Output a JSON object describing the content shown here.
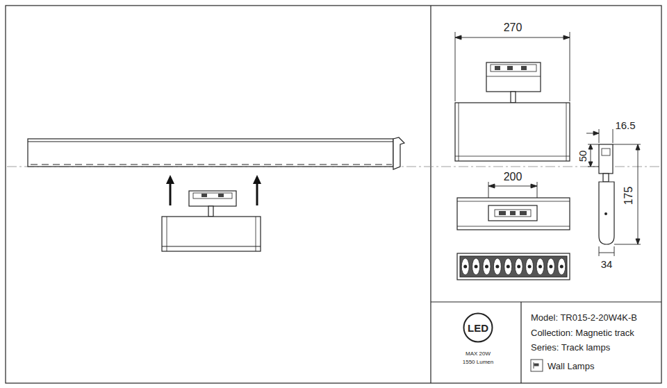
{
  "diagram": {
    "nodes": [
      {
        "text": [
          "LED"
        ]
      }
    ],
    "labels": [
      "270",
      "16.5",
      "50",
      "200",
      "175",
      "34",
      "MAX 20W",
      "1550 Lumen",
      "Model: TR015-2-20W4K-B",
      "Collection: Magnetic track",
      "Series: Track lamps",
      "Wall Lamps"
    ]
  }
}
